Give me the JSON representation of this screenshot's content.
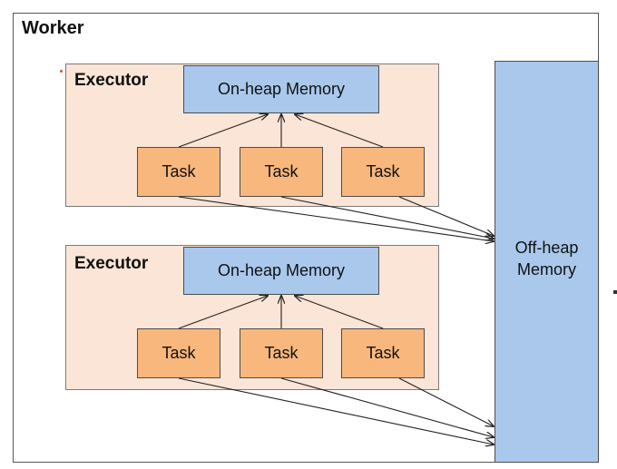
{
  "worker": {
    "label": "Worker"
  },
  "executors": [
    {
      "label": "Executor",
      "onheap_label": "On-heap Memory",
      "tasks": [
        "Task",
        "Task",
        "Task"
      ]
    },
    {
      "label": "Executor",
      "onheap_label": "On-heap Memory",
      "tasks": [
        "Task",
        "Task",
        "Task"
      ]
    }
  ],
  "offheap": {
    "line1": "Off-heap",
    "line2": "Memory"
  },
  "colors": {
    "executor_fill": "#fbe5d6",
    "memory_fill": "#a9c8ec",
    "task_fill": "#f8b77d",
    "border": "#4d4d4d"
  }
}
